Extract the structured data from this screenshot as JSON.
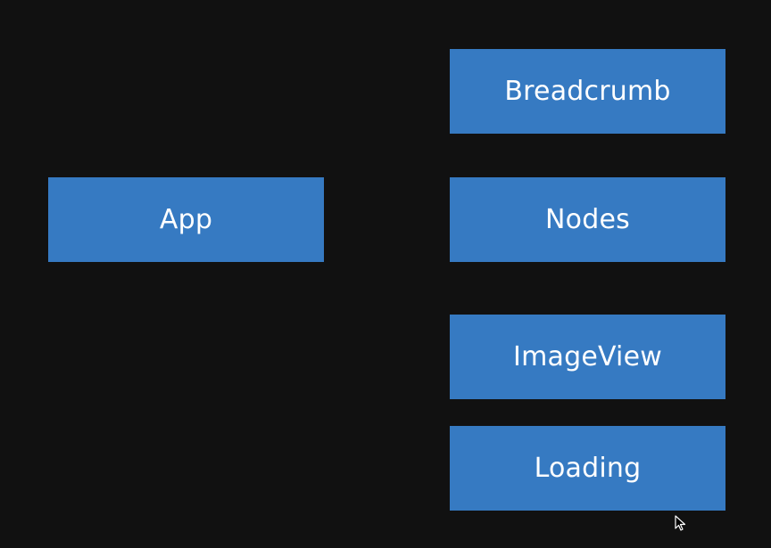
{
  "colors": {
    "background": "#111111",
    "box_fill": "#367ac2",
    "box_text": "#ffffff"
  },
  "diagram": {
    "boxes": [
      {
        "id": "app",
        "label": "App"
      },
      {
        "id": "breadcrumb",
        "label": "Breadcrumb"
      },
      {
        "id": "nodes",
        "label": "Nodes"
      },
      {
        "id": "imageview",
        "label": "ImageView"
      },
      {
        "id": "loading",
        "label": "Loading"
      }
    ]
  },
  "cursor": {
    "icon": "mouse-pointer-icon"
  }
}
